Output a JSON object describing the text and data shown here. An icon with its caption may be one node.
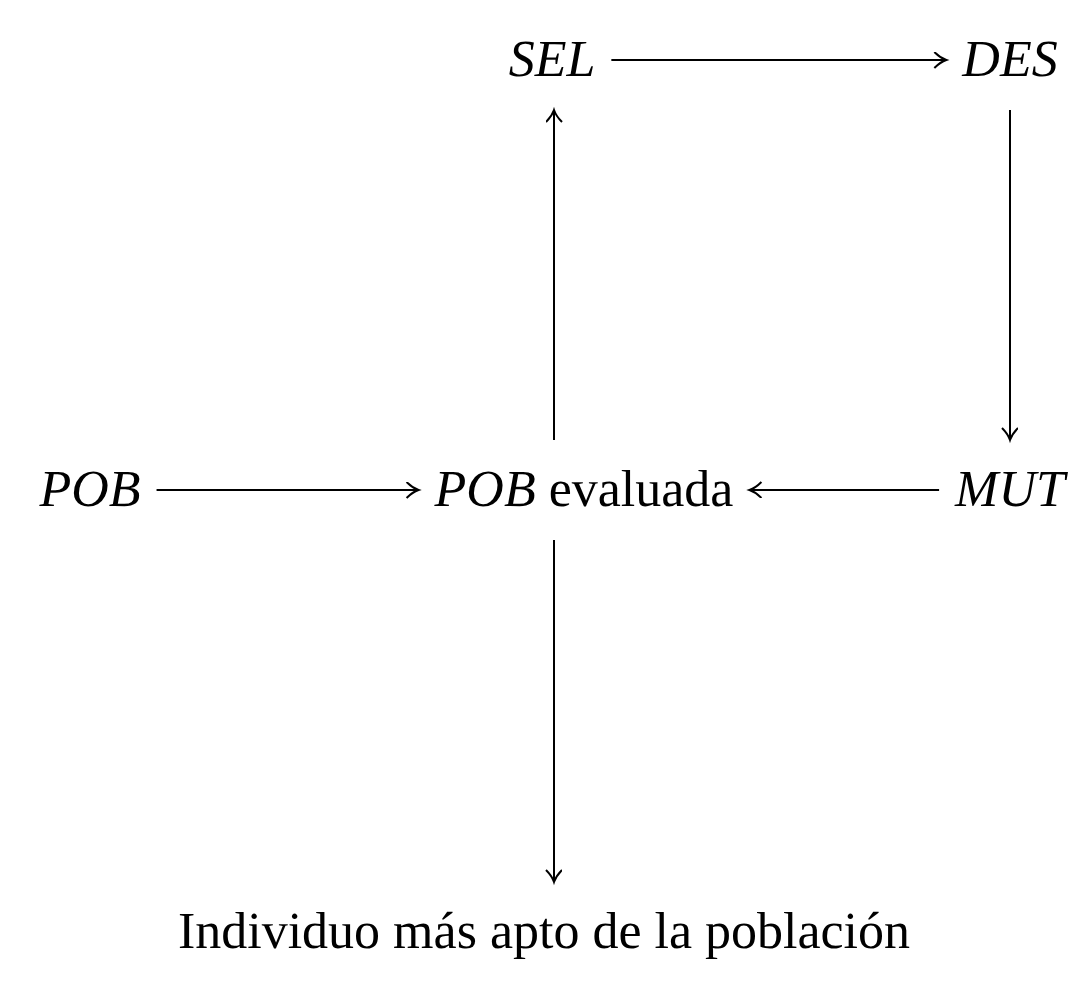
{
  "diagram": {
    "nodes": [
      {
        "text": [
          "SEL"
        ]
      },
      {
        "text": [
          "DES"
        ]
      },
      {
        "text": [
          "POB"
        ]
      },
      {
        "text": [
          "*POB* evaluada"
        ]
      },
      {
        "text": [
          "MUT"
        ]
      },
      {
        "text": [
          "Individuo más apto de la población"
        ]
      }
    ],
    "edges": [
      {
        "from": 0,
        "to": 1,
        "arrow": "to"
      },
      {
        "from": 1,
        "to": 4,
        "arrow": "to"
      },
      {
        "from": 4,
        "to": 3,
        "arrow": "to"
      },
      {
        "from": 2,
        "to": 3,
        "arrow": "to"
      },
      {
        "from": 3,
        "to": 0,
        "arrow": "to"
      },
      {
        "from": 3,
        "to": 5,
        "arrow": "to"
      }
    ]
  }
}
